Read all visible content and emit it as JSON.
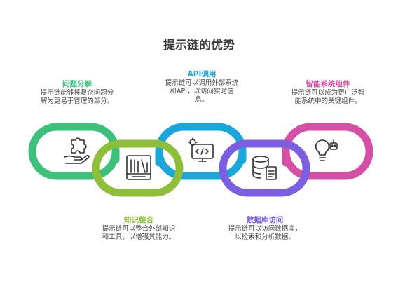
{
  "title": "提示链的优势",
  "colors": {
    "green": "#3cc07a",
    "lime": "#8fbf3a",
    "blue": "#1aa6d9",
    "purple": "#7b5fe0",
    "pink": "#d44fa6"
  },
  "items": [
    {
      "key": "problem",
      "title": "问题分解",
      "desc_lines": [
        "提示链能够将复杂问题分",
        "解为更易于管理的部分。"
      ],
      "icon": "puzzle-hand-icon"
    },
    {
      "key": "knowledge",
      "title": "知识整合",
      "desc_lines": [
        "提示链可以整合外部知识",
        "和工具，以增强其能力。"
      ],
      "icon": "bookshelf-icon"
    },
    {
      "key": "api",
      "title": "API调用",
      "desc_lines": [
        "提示链可以调用外部系统",
        "和API，以访问实时信",
        "息。"
      ],
      "icon": "code-monitor-icon"
    },
    {
      "key": "database",
      "title": "数据库访问",
      "desc_lines": [
        "提示链可以访问数据库，",
        "以检索和分析数据。"
      ],
      "icon": "database-doc-icon"
    },
    {
      "key": "smart",
      "title": "智能系统组件",
      "desc_lines": [
        "提示链可以成为更广泛智",
        "能系统中的关键组件。"
      ],
      "icon": "lightbulb-robot-icon"
    }
  ]
}
